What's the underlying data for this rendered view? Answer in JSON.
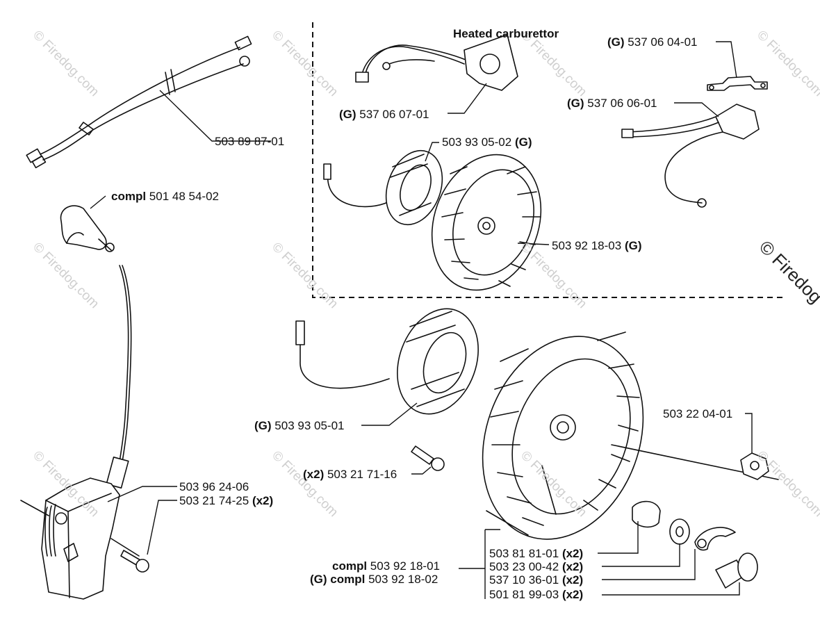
{
  "watermark": {
    "text": "© Firedog.com",
    "corner_text": "© Firedog"
  },
  "labels": {
    "heated_title": "Heated carburettor",
    "p_537_06_07_01": {
      "g": "(G)",
      "num": "537 06 07-01"
    },
    "p_537_06_04_01": {
      "g": "(G)",
      "num": "537 06 04-01"
    },
    "p_537_06_06_01": {
      "g": "(G)",
      "num": "537 06 06-01"
    },
    "p_503_89_87_01": "503 89 87-01",
    "p_503_93_05_02": {
      "num": "503 93 05-02",
      "g": "(G)"
    },
    "p_501_48_54_02": {
      "compl": "compl",
      "num": "501 48 54-02"
    },
    "p_503_92_18_03": {
      "num": "503 92 18-03",
      "g": "(G)"
    },
    "p_503_22_04_01": "503 22 04-01",
    "p_503_93_05_01": {
      "g": "(G)",
      "num": "503 93 05-01"
    },
    "p_503_21_71_16": {
      "qty": "(x2)",
      "num": "503 21 71-16"
    },
    "p_503_96_24_06": "503 96 24-06",
    "p_503_21_74_25": {
      "num": "503 21 74-25",
      "qty": "(x2)"
    },
    "p_503_92_18_01": {
      "compl": "compl",
      "num": "503 92 18-01"
    },
    "p_503_92_18_02": {
      "g": "(G) compl",
      "num": "503 92 18-02"
    },
    "p_503_81_81_01": {
      "num": "503 81 81-01",
      "qty": "(x2)"
    },
    "p_503_23_00_42": {
      "num": "503 23 00-42",
      "qty": "(x2)"
    },
    "p_537_10_36_01": {
      "num": "537 10 36-01",
      "qty": "(x2)"
    },
    "p_501_81_99_03": {
      "num": "501 81 99-03",
      "qty": "(x2)"
    }
  }
}
